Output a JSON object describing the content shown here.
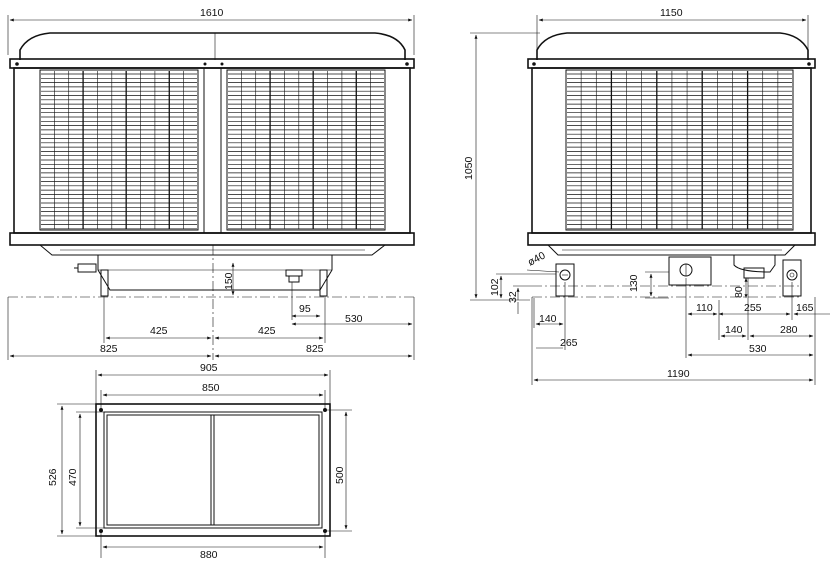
{
  "drawing": {
    "front_view": {
      "width_overall": "1610",
      "offset_left": "425",
      "offset_right": "425",
      "half_left": "825",
      "half_right": "825",
      "height_150": "150",
      "dim_95": "95",
      "dim_530": "530"
    },
    "side_view": {
      "width_top": "1150",
      "height_overall": "1050",
      "dim_102": "102",
      "dim_32": "32",
      "dia_40": "ø40",
      "dim_130": "130",
      "dim_80": "80",
      "dim_140a": "140",
      "dim_110": "110",
      "dim_255": "255",
      "dim_165": "165",
      "dim_265": "265",
      "dim_140b": "140",
      "dim_280": "280",
      "dim_530": "530",
      "width_bottom": "1190"
    },
    "plan_view": {
      "width_outer": "905",
      "width_inner": "850",
      "width_base": "880",
      "height_outer": "526",
      "height_inner": "470",
      "height_right": "500"
    }
  },
  "colors": {
    "line": "#111111",
    "background": "#ffffff"
  }
}
